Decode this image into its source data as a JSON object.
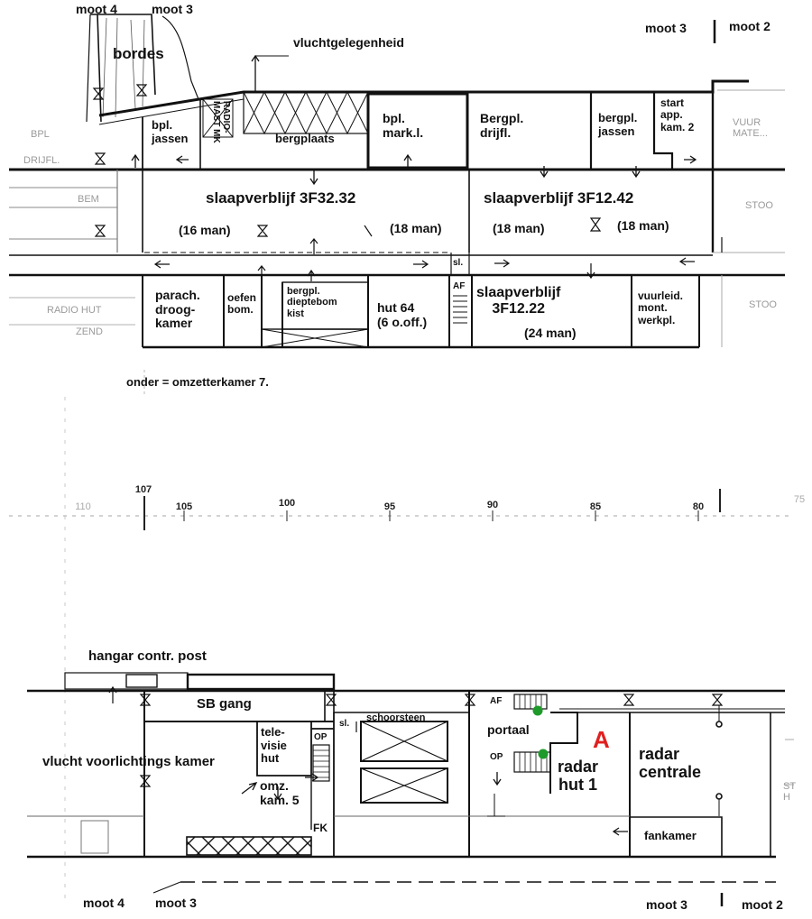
{
  "colors": {
    "ink": "#111111",
    "grey": "#8a8a8a",
    "marker": "#e02020",
    "point": "#1e9a2a"
  },
  "top_plan": {
    "labels": {
      "moot4_top": "moot 4",
      "moot3_top_left": "moot 3",
      "moot3_top_right": "moot 3",
      "moot2_top": "moot 2",
      "bordes": "bordes",
      "vluchtgelegenheid": "vluchtgelegenheid",
      "bpl_jassen_left": "bpl.\njassen",
      "radio_mast": "RADIO-\nMAST MK",
      "bergplaats": "bergplaats",
      "bpl_mark": "bpl.\nmark.l.",
      "bergpl_drijfl": "Bergpl.\ndrijfl.",
      "bergpl_jassen_right": "bergpl.\njassen",
      "start_app": "start\napp.\nkam. 2",
      "slaap_3f3232": "slaapverblijf 3F32.32",
      "slaap_3f1242": "slaapverblijf 3F12.42",
      "men_16": "(16 man)",
      "men_18_a": "(18 man)",
      "men_18_b": "(18 man)",
      "men_18_c": "(18 man)",
      "parach": "parach.\ndroog-\nkamer",
      "oefen": "oefen\nbom.",
      "bergpl_diepte": "bergpl.\ndieptebom\nkist",
      "hut64": "hut 64\n(6 o.off.)",
      "sl_top": "sl.",
      "af_top": "AF",
      "slaap_3f1222": "slaapverblijf\n3F12.22",
      "men_24": "(24 man)",
      "vuurleid": "vuurleid.\nmont.\nwerkpl.",
      "onder_note": "onder = omzetterkamer 7."
    },
    "ghost_labels": {
      "bpl": "BPL",
      "drijfl": "DRIJFL.",
      "bem": "BEM",
      "radio_hut": "RADIO HUT",
      "zend": "ZEND",
      "stoo_1": "STOO",
      "stoo_2": "STOO",
      "vuur": "VUUR\nMATE..."
    }
  },
  "scale": {
    "ticks": [
      {
        "label": "110",
        "faded": true
      },
      {
        "label": "107",
        "faded": false
      },
      {
        "label": "105",
        "faded": false
      },
      {
        "label": "100",
        "faded": false
      },
      {
        "label": "95",
        "faded": false
      },
      {
        "label": "90",
        "faded": false
      },
      {
        "label": "85",
        "faded": false
      },
      {
        "label": "80",
        "faded": false
      },
      {
        "label": "75",
        "faded": true
      }
    ]
  },
  "bottom_plan": {
    "labels": {
      "hangar": "hangar contr. post",
      "sb_gang": "SB gang",
      "vlucht_kamer": "vlucht voorlichtings kamer",
      "televisie": "tele-\nvisie\nhut",
      "op_left": "OP",
      "sl_bottom": "sl.",
      "schoorsteen": "schoorsteen",
      "omz_kam": "omz.\nkam. 5",
      "fk": "FK",
      "af_bottom": "AF",
      "portaal": "portaal",
      "op_right": "OP",
      "marker_a": "A",
      "radar_hut": "radar\nhut 1",
      "radar_centrale": "radar\ncentrale",
      "fankamer": "fankamer",
      "moot4_bottom": "moot 4",
      "moot3_bottom_left": "moot 3",
      "moot3_bottom_right": "moot 3",
      "moot2_bottom": "moot 2"
    },
    "ghost_labels": {
      "st": "ST\nH"
    }
  }
}
